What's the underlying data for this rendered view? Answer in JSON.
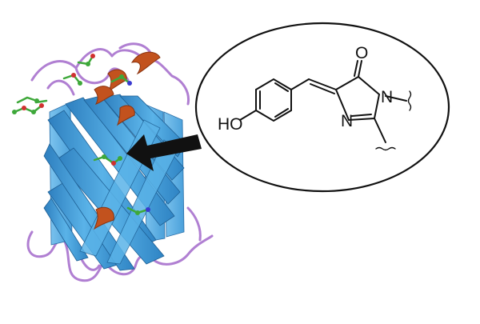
{
  "figure": {
    "chromophore": {
      "atom_labels": {
        "hydroxyl": "HO",
        "carbonyl_oxygen": "O",
        "ring_nitrogen_top": "N",
        "ring_nitrogen_bottom": "N"
      }
    },
    "colors": {
      "beta_strand": "#4a9fd8",
      "alpha_helix": "#c2521e",
      "loop": "#b07fd2",
      "side_chain": "#3ea83a",
      "arrow": "#111111",
      "outline": "#111111"
    }
  }
}
